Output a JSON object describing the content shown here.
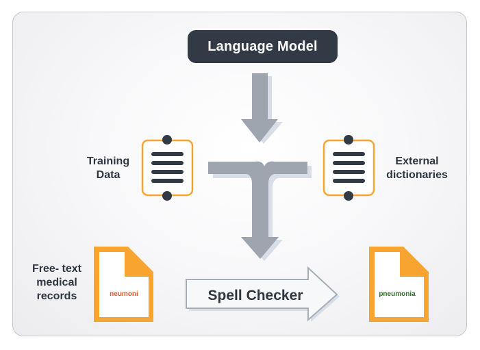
{
  "diagram": {
    "language_model_label": "Language Model",
    "training_data_label": [
      "Training",
      "Data"
    ],
    "external_dictionaries_label": [
      "External",
      "dictionaries"
    ],
    "free_text_label": [
      "Free- text",
      "medical",
      "records"
    ],
    "spell_checker_label": "Spell Checker",
    "input_word": "neumoni",
    "output_word": "pneumonia"
  },
  "colors": {
    "dark_box": "#323b45",
    "arrow_gray": "#9ea5ae",
    "arrow_shadow": "#d7dee7",
    "orange": "#f7a530",
    "misspelled_text": "#e2532a",
    "corrected_text": "#2f6f2a"
  },
  "icons": [
    "list-document-icon",
    "file-icon",
    "down-arrow-icon",
    "merge-arrow-icon",
    "right-arrow-icon"
  ]
}
